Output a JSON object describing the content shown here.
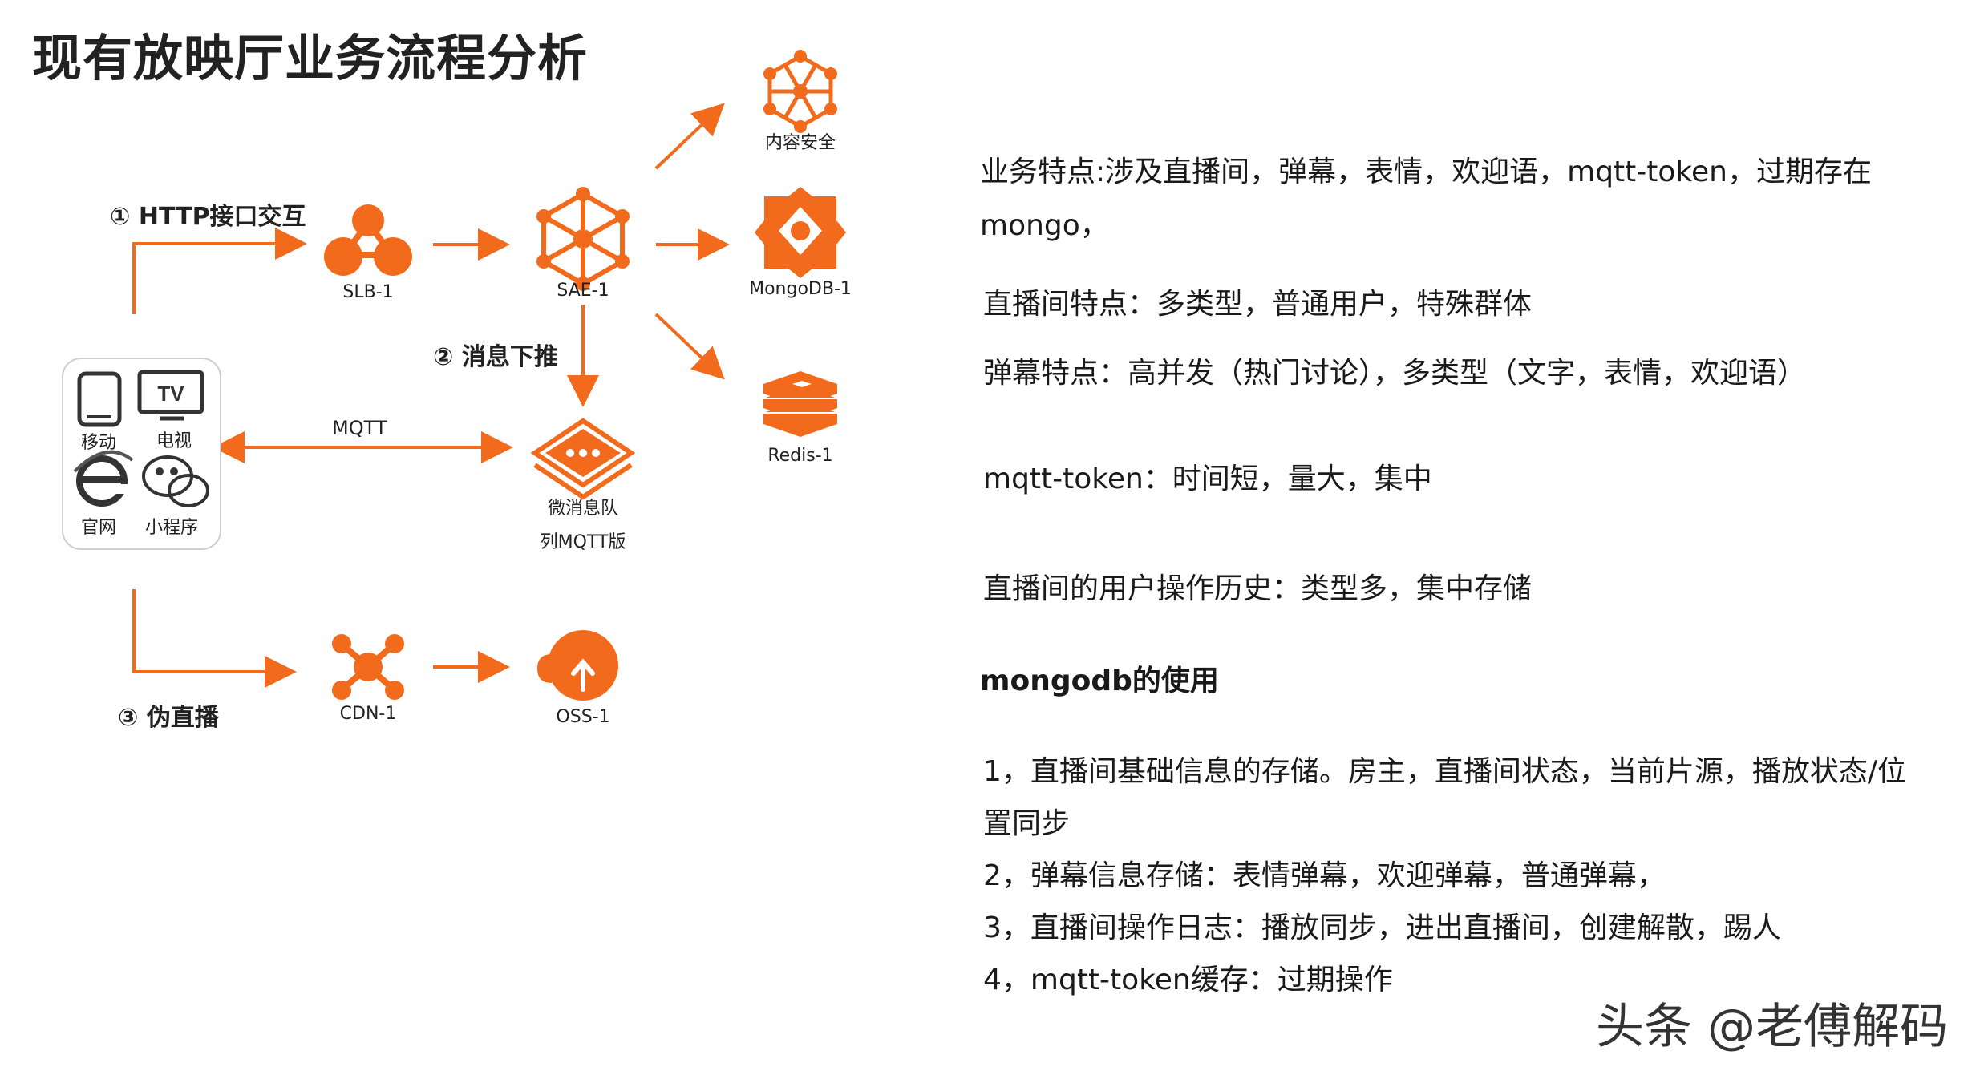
{
  "title": "现有放映厅业务流程分析",
  "steps": {
    "http": "① HTTP接口交互",
    "push": "② 消息下推",
    "pseudo": "③ 伪直播"
  },
  "edges": {
    "mqtt": "MQTT"
  },
  "nodes": {
    "slb": "SLB-1",
    "sae": "SAE-1",
    "content_security": "内容安全",
    "mongodb": "MongoDB-1",
    "redis": "Redis-1",
    "mqtt_queue_line1": "微消息队",
    "mqtt_queue_line2": "列MQTT版",
    "cdn": "CDN-1",
    "oss": "OSS-1"
  },
  "clients": {
    "mobile": "移动",
    "tv": "电视",
    "tv_icon_text": "TV",
    "web": "官网",
    "miniprogram": "小程序"
  },
  "notes": {
    "business_1": "业务特点:涉及直播间，弹幕，表情，欢迎语，mqtt-token，过期存在",
    "business_2": "mongo，",
    "room": "直播间特点：多类型，普通用户，特殊群体",
    "danmaku": "弹幕特点：高并发（热门讨论），多类型（文字，表情，欢迎语）",
    "mqtt_token": "mqtt-token：时间短，量大，集中",
    "history": "直播间的用户操作历史：类型多，集中存储",
    "mongodb_heading": "mongodb的使用",
    "item1_line1": "1，直播间基础信息的存储。房主，直播间状态，当前片源，播放状态/位",
    "item1_line2": "置同步",
    "item2": "2，弹幕信息存储：表情弹幕，欢迎弹幕，普通弹幕，",
    "item3": "3，直播间操作日志：播放同步，进出直播间，创建解散，踢人",
    "item4": "4，mqtt-token缓存：过期操作"
  },
  "watermark": "头条 @老傅解码",
  "colors": {
    "accent": "#f26b1d",
    "text": "#1a1a1a"
  }
}
